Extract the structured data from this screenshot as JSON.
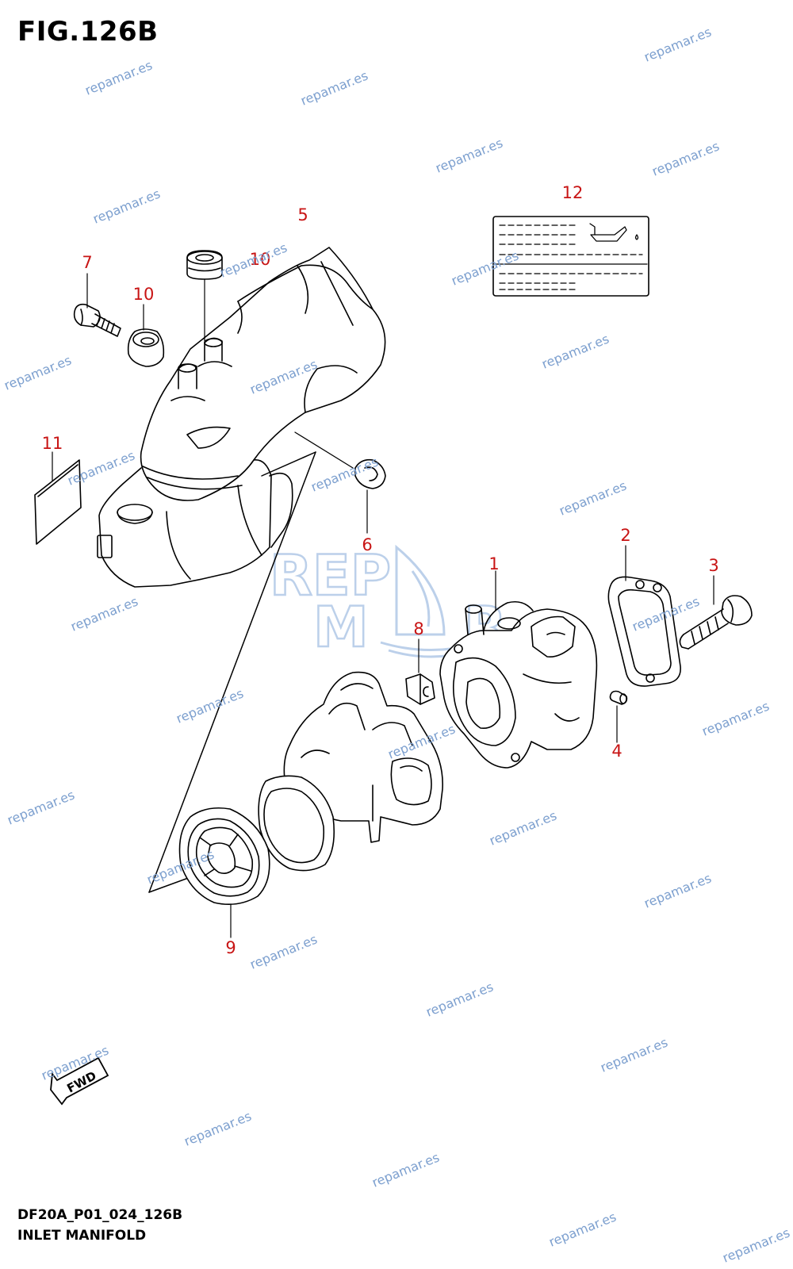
{
  "figure": {
    "title": "FIG.126B",
    "code": "DF20A_P01_024_126B",
    "subtitle": "INLET MANIFOLD"
  },
  "colors": {
    "callout": "#c81414",
    "line": "#000000",
    "watermark": "#7da0cf",
    "logo": "#bcd0ea"
  },
  "icons": {
    "fwd_arrow": "fwd-arrow-icon",
    "oil_can": "oil-can-icon",
    "logo": "repmar-logo-icon"
  },
  "callouts": [
    "1",
    "2",
    "3",
    "4",
    "5",
    "6",
    "7",
    "8",
    "9",
    "10",
    "10",
    "11",
    "12"
  ],
  "fwd_label": "FWD",
  "logo_text": "REP M R",
  "watermark_text": "repamar.es"
}
